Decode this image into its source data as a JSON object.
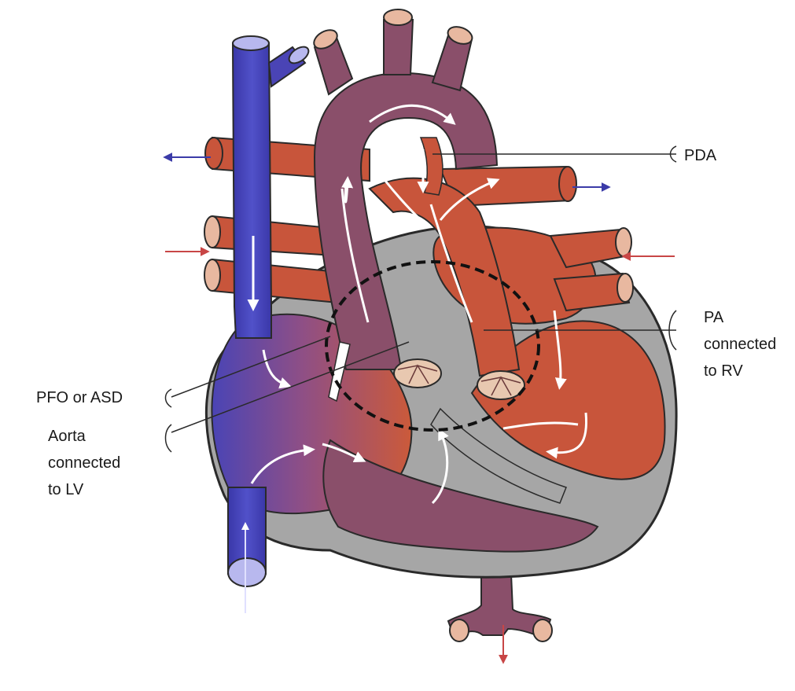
{
  "labels": {
    "pda": "PDA",
    "pa_line1": "PA",
    "pa_line2": "connected",
    "pa_line3": "to RV",
    "pfo": "PFO or ASD",
    "aorta_line1": "Aorta",
    "aorta_line2": "connected",
    "aorta_line3": "to LV"
  },
  "colors": {
    "venous_blue": "#4040b8",
    "right_heart_orange": "#c8553b",
    "aorta_mauve": "#8a4f6a",
    "myocardium_gray": "#a6a6a6",
    "flow_arrow": "#ffffff",
    "outline": "#2a2a2a"
  }
}
